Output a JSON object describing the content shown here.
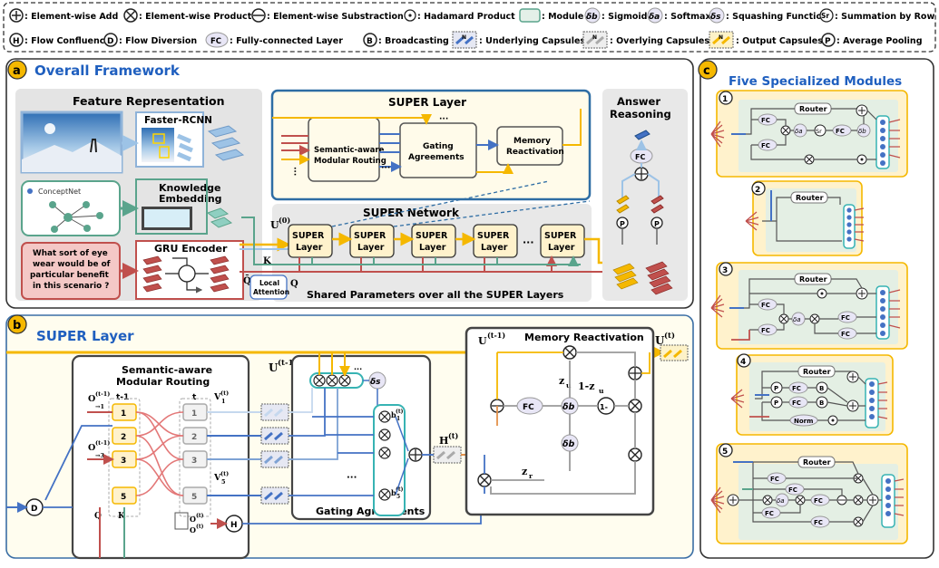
{
  "legend": {
    "items": [
      {
        "sym": "+",
        "label": ": Element-wise Add"
      },
      {
        "sym": "×",
        "label": ": Element-wise Product"
      },
      {
        "sym": "−",
        "label": ": Element-wise Substraction"
      },
      {
        "sym": "·",
        "label": ": Hadamard Product"
      },
      {
        "sym": "",
        "label": ": Module"
      },
      {
        "sym": "δb",
        "label": ": Sigmoid"
      },
      {
        "sym": "δa",
        "label": ": Softmax"
      },
      {
        "sym": "δs",
        "label": ": Squashing Function"
      },
      {
        "sym": "Sr",
        "label": ": Summation by Row"
      },
      {
        "sym": "H",
        "label": ": Flow Confluence"
      },
      {
        "sym": "D",
        "label": ": Flow Diversion"
      },
      {
        "sym": "FC",
        "label": ": Fully-connected Layer"
      },
      {
        "sym": "B",
        "label": ": Broadcasting"
      },
      {
        "sym": "N",
        "label": ": Underlying Capsules"
      },
      {
        "sym": "N",
        "label": ": Overlying Capsules"
      },
      {
        "sym": "N",
        "label": ": Output Capsules"
      },
      {
        "sym": "P",
        "label": ": Average Pooling"
      }
    ]
  },
  "panel_a": {
    "badge": "a",
    "title": "Overall Framework",
    "feature_title": "Feature Representation",
    "faster_rcnn": "Faster-RCNN",
    "conceptnet": "ConceptNet",
    "knowledge_embedding_1": "Knowledge",
    "knowledge_embedding_2": "Embedding",
    "question_lines": [
      "What sort of eye",
      "wear would be of",
      "particular benefit",
      "in this scenario ?"
    ],
    "gru_encoder": "GRU Encoder",
    "super_layer_title": "SUPER Layer",
    "semantic_routing_1": "Semantic-aware",
    "semantic_routing_2": "Modular Routing",
    "gating_1": "Gating",
    "gating_2": "Agreements",
    "memory_1": "Memory",
    "memory_2": "Reactivation",
    "answer_1": "Answer",
    "answer_2": "Reasoning",
    "fc": "FC",
    "p": "P",
    "super_network_title": "SUPER Network",
    "u0_main": "U",
    "u0_sup": "(0)",
    "k_label": "K",
    "q_label": "Q",
    "qbar_label": "Q̄",
    "local_attention_1": "Local",
    "local_attention_2": "Attention",
    "super_block_1": "SUPER",
    "super_block_2": "Layer",
    "dots": "···",
    "shared": "Shared Parameters over all the SUPER Layers"
  },
  "panel_b": {
    "badge": "b",
    "title": "SUPER Layer",
    "routing_1": "Semantic-aware",
    "routing_2": "Modular Routing",
    "t_minus_1": "t-1",
    "t": "t",
    "o_label": "O",
    "o_sup1": "(t-1)",
    "o_sub1": "→1",
    "o_sup3": "(t-1)",
    "o_sub3": "→3",
    "o_sup_t": "(t)",
    "v_label": "V",
    "v_sup": "(t)",
    "v_sub1": "1",
    "v_sub5": "5",
    "module_numbers": [
      "1",
      "2",
      "3",
      "5"
    ],
    "q": "Q",
    "k": "K",
    "d": "D",
    "h": "H",
    "u_main": "U",
    "u_sup": "(t-1)",
    "delta_s": "δs",
    "gating_title": "Gating Agreements",
    "b_label": "b",
    "b_sub1": "1",
    "b_sub5": "5",
    "b_sup": "(t)",
    "h_main": "H",
    "h_sup": "(t)",
    "memory_title": "Memory Reactivation",
    "fc": "FC",
    "zu": "z",
    "zu_sub": "u",
    "one_minus_zu": "1-z",
    "one_minus": "1-",
    "delta_b": "δb",
    "zr": "z",
    "zr_sub": "r",
    "ut_main": "U",
    "ut_sup": "(t)",
    "ellipsis": "···"
  },
  "panel_c": {
    "badge": "c",
    "title": "Five Specialized Modules",
    "router": "Router",
    "fc": "FC",
    "b": "B",
    "p": "P",
    "norm": "Norm",
    "sr": "Sr",
    "delta_a": "δa",
    "delta_b": "δb",
    "module_ids": [
      "1",
      "2",
      "3",
      "4",
      "5"
    ]
  },
  "colors": {
    "blue": "#4472c4",
    "light_blue": "#9dc3e6",
    "orange": "#f5b800",
    "red": "#c0504d",
    "green": "#5aa48c",
    "teal": "#37b3b3",
    "panel_title": "#1f5fbf",
    "module_fill": "#fff2cc"
  }
}
